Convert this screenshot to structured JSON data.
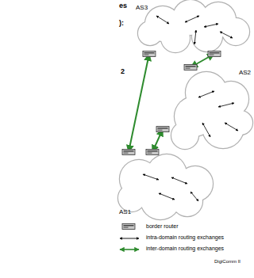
{
  "diagram": {
    "nodes": [
      {
        "text": [
          "AS3"
        ]
      },
      {
        "text": [
          "AS2"
        ]
      },
      {
        "text": [
          "AS1"
        ]
      }
    ],
    "edges": [
      {
        "from": 0,
        "to": 1,
        "arrow": "both"
      },
      {
        "from": 0,
        "to": 2,
        "arrow": "both"
      },
      {
        "from": 1,
        "to": 2,
        "arrow": "both"
      }
    ],
    "labels": [
      "es",
      "):",
      "2",
      "DigiComm II"
    ],
    "legend": [
      {
        "text": "border router"
      },
      {
        "text": "intra-domain routing exchanges"
      },
      {
        "text": "inter-domain routing exchanges"
      }
    ]
  }
}
